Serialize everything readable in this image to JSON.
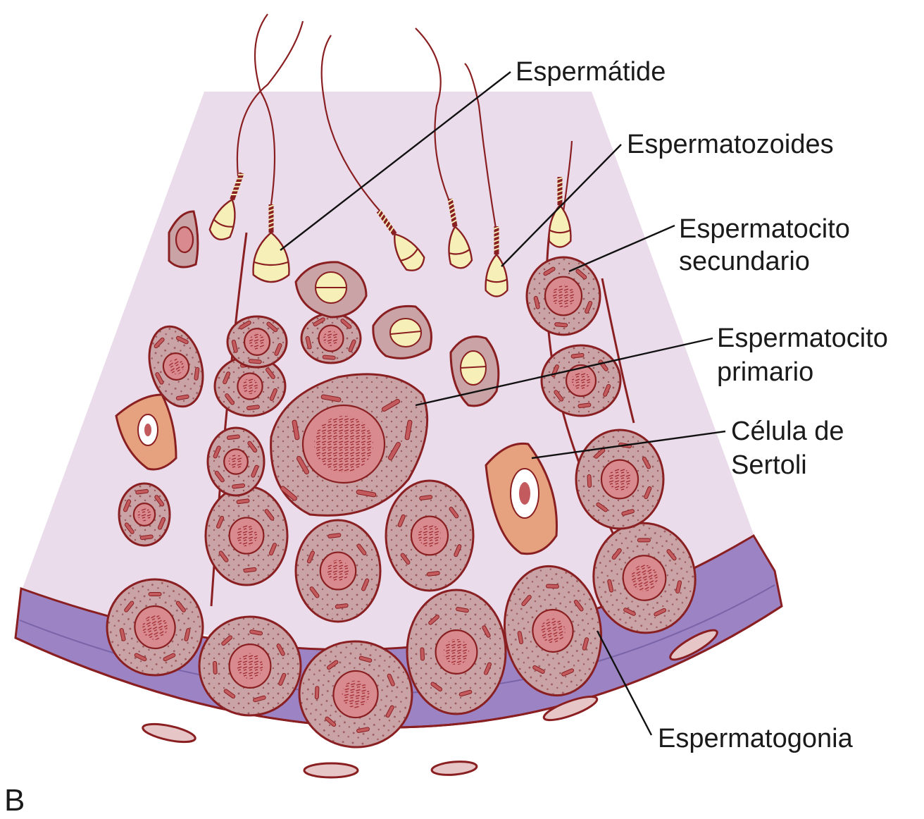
{
  "panel_label": "B",
  "labels": {
    "espermatide": "Espermátide",
    "espermatozoides": "Espermatozoides",
    "esp_secundario_line1": "Espermatocito",
    "esp_secundario_line2": "secundario",
    "esp_primario_line1": "Espermatocito",
    "esp_primario_line2": "primario",
    "sertoli_line1": "Célula de",
    "sertoli_line2": "Sertoli",
    "espermatogonia": "Espermatogonia"
  },
  "colors": {
    "lumen": "#eadcea",
    "cell_fill": "#c9a3a6",
    "cell_outline": "#8a1f22",
    "nucleus_fill": "#d98a8e",
    "spermatid_fill": "#f6f0b8",
    "sertoli_fill": "#e6a27e",
    "basement_membrane": "#9b83c4"
  }
}
